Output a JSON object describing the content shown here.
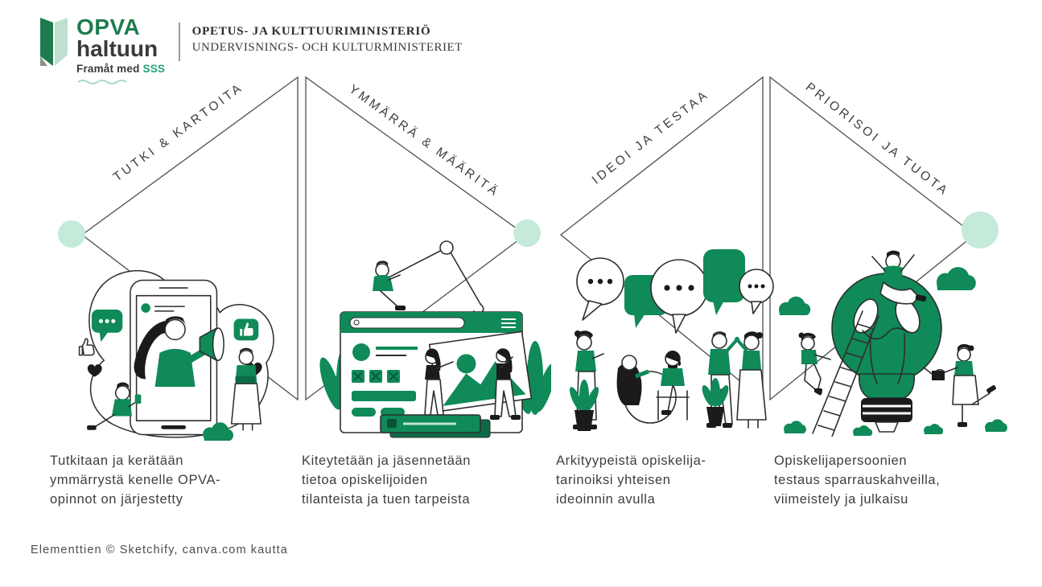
{
  "header": {
    "logo": {
      "icon": "bookmark-ribbon-icon",
      "title": "OPVA",
      "subtitle": "haltuun",
      "tagline_prefix": "Framåt med ",
      "tagline_accent": "SSS",
      "colors": {
        "green": "#1d7c4e",
        "mint": "#bfe0d0",
        "dark": "#3a3a3a",
        "accent": "#21a179"
      }
    },
    "ministry": {
      "line1": "OPETUS- JA KULTTUURIMINISTERIÖ",
      "line2": "UNDERVISNINGS- OCH KULTURMINISTERIET"
    }
  },
  "diagram": {
    "type": "double-diamond-process",
    "phases": [
      {
        "label": "TUTKI & KARTOITA",
        "description": "Tutkitaan ja kerätään\nymmärrystä kenelle OPVA-\nopinnot on järjestetty",
        "illustration": "smartphone-social-feed-illustration"
      },
      {
        "label": "YMMÄRRÄ & MÄÄRITÄ",
        "description": "Kiteytetään ja jäsennetään\ntietoa opiskelijoiden\ntilanteista ja tuen tarpeista",
        "illustration": "website-builder-crane-illustration"
      },
      {
        "label": "IDEOI JA TESTAA",
        "description": "Arkityypeistä opiskelija-\ntarinoiksi yhteisen\nideoinnin avulla",
        "illustration": "group-discussion-illustration"
      },
      {
        "label": "PRIORISOI JA TUOTA",
        "description": "Opiskelijapersoonien\ntestaus sparrauskahveilla,\nviimeistely ja julkaisu",
        "illustration": "lightbulb-team-illustration"
      }
    ],
    "colors": {
      "illustration_green": "#0f8a58",
      "outline_ink": "#2e2e2e",
      "diamond_line": "#4f4f4f",
      "mint_dot": "#c5ead9"
    }
  },
  "footer": {
    "credit": "Elementtien © Sketchify, canva.com kautta"
  }
}
